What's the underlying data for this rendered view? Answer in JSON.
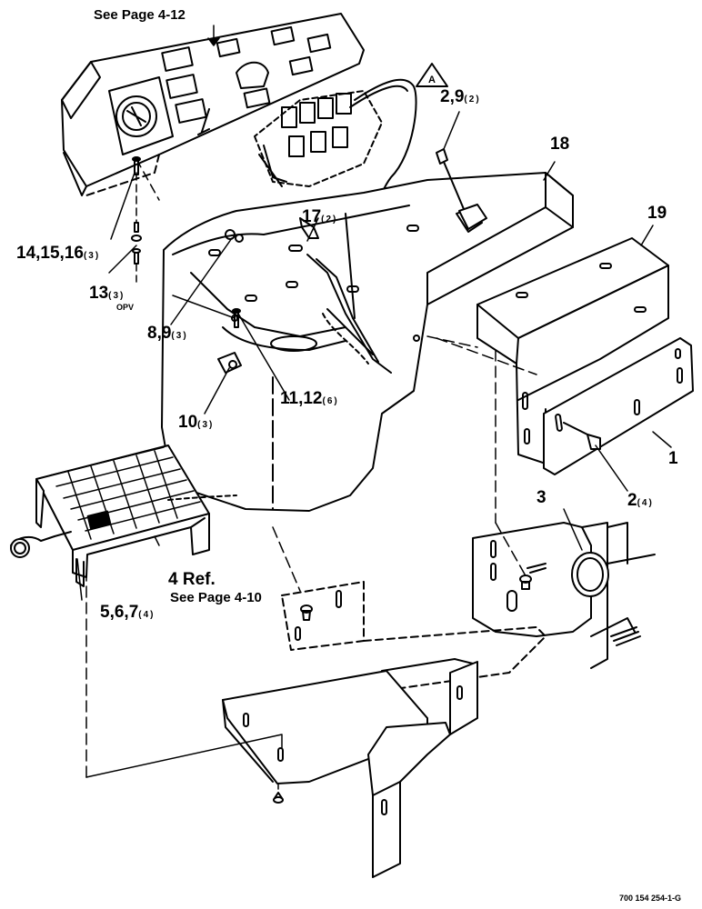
{
  "references": {
    "top": "See Page 4-12",
    "bottom_part": "4 Ref.",
    "bottom_page": "See Page 4-10"
  },
  "callout_flag": "A",
  "callouts": {
    "c_2_9": {
      "num": "2,9",
      "qty": "(2)"
    },
    "c_18": {
      "num": "18"
    },
    "c_19": {
      "num": "19"
    },
    "c_17": {
      "num": "17",
      "qty": "(2)"
    },
    "c_14_15_16": {
      "num": "14,15,16",
      "qty": "(3)"
    },
    "c_13": {
      "num": "13",
      "qty": "(3)",
      "note": "OPV"
    },
    "c_8_9": {
      "num": "8,9",
      "qty": "(3)"
    },
    "c_11_12": {
      "num": "11,12",
      "qty": "(6)"
    },
    "c_10": {
      "num": "10",
      "qty": "(3)"
    },
    "c_1": {
      "num": "1"
    },
    "c_2": {
      "num": "2",
      "qty": "(4)"
    },
    "c_3": {
      "num": "3"
    },
    "c_5_6_7": {
      "num": "5,6,7",
      "qty": "(4)"
    }
  },
  "drawing_number": "700 154 254-1-G"
}
